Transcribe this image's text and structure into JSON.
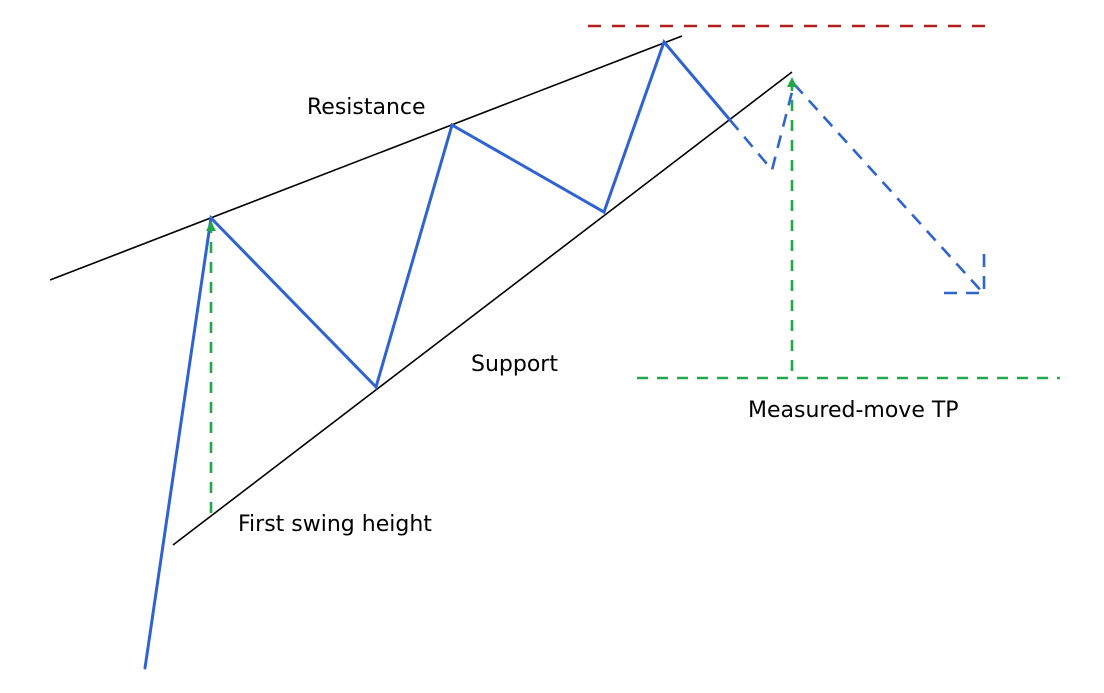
{
  "labels": {
    "resistance": "Resistance",
    "support": "Support",
    "first_swing": "First swing height",
    "measured_move": "Measured-move TP"
  },
  "colors": {
    "trendline": "#000000",
    "price": "#2f63d0",
    "projection": "#2f63d0",
    "measure": "#22a84a",
    "breakout_level": "#b0201e",
    "label": "#000000"
  }
}
